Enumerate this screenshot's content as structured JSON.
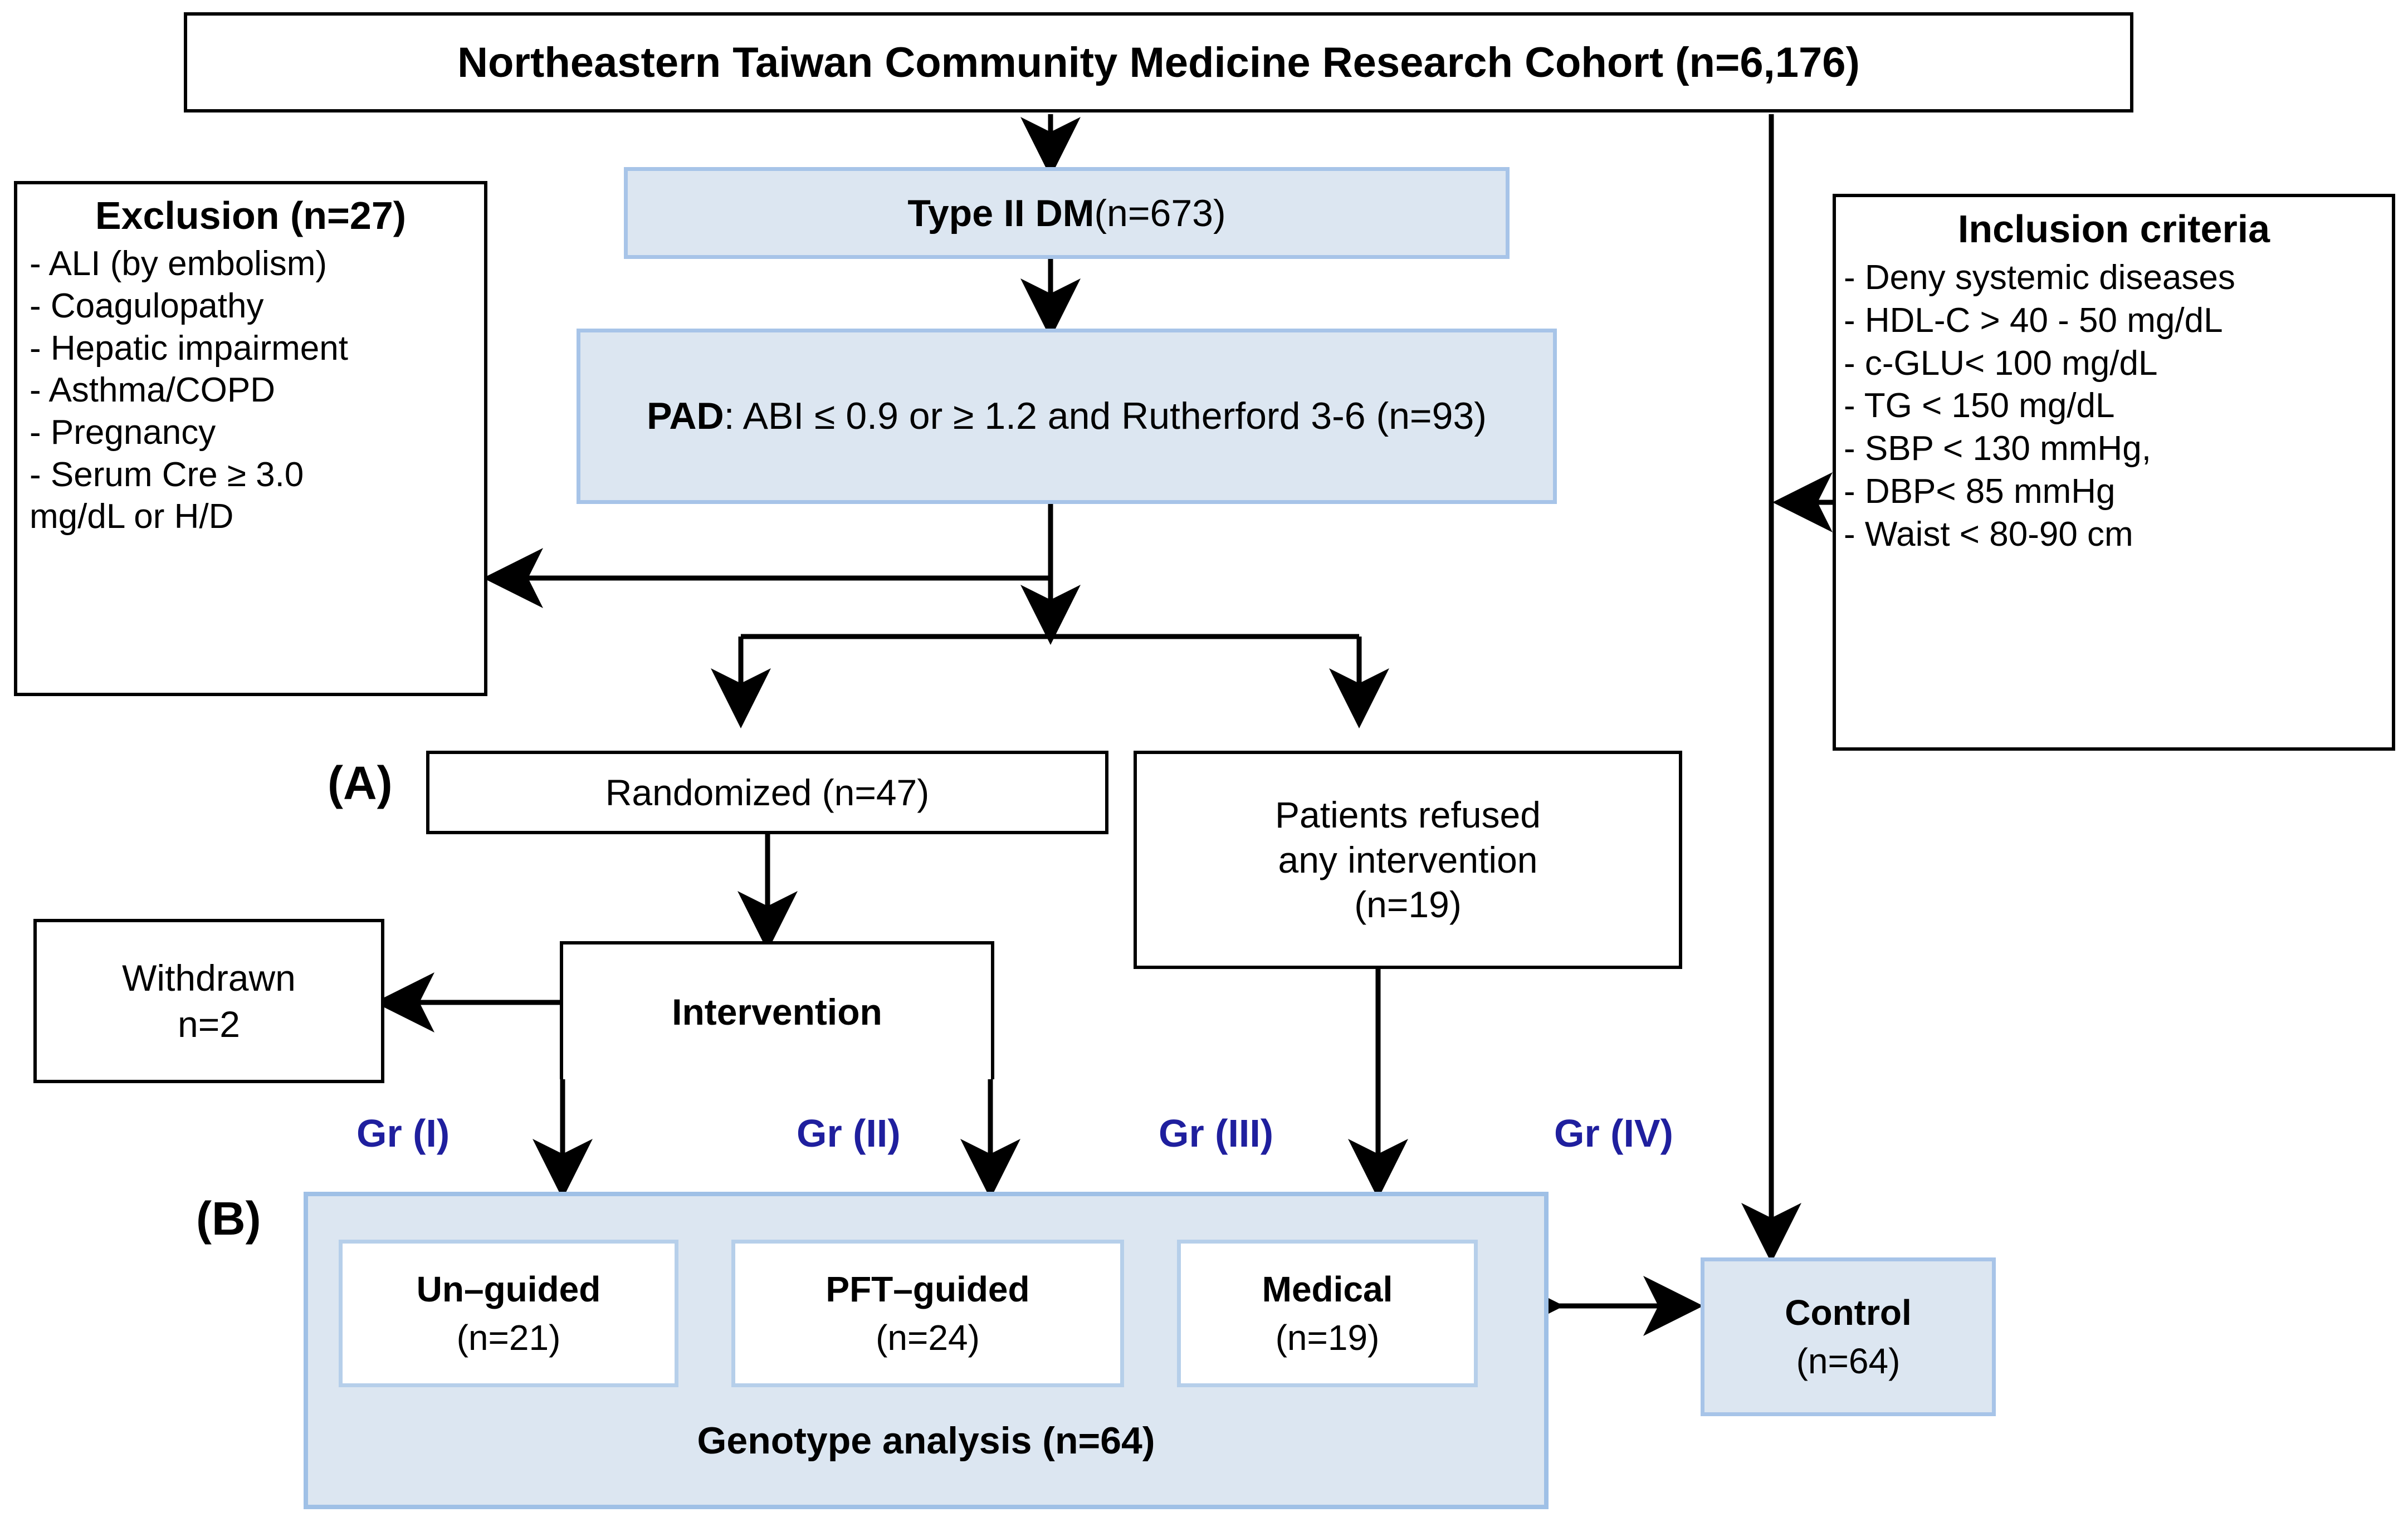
{
  "diagram": {
    "title_box": {
      "label": "Northeastern Taiwan Community Medicine Research Cohort (n=6,176)"
    },
    "type2dm_box": {
      "label": "Type II DM",
      "count": "(n=673)"
    },
    "pad_box": {
      "label_bold": "PAD",
      "label_rest": ": ABI ≤ 0.9 or ≥ 1.2 and Rutherford 3-6 (n=93)"
    },
    "exclusion": {
      "title": "Exclusion (n=27)",
      "items": [
        "- ALI (by embolism)",
        "- Coagulopathy",
        "- Hepatic impairment",
        "- Asthma/COPD",
        "- Pregnancy",
        "- Serum Cre ≥ 3.0",
        "mg/dL or H/D"
      ]
    },
    "inclusion": {
      "title": "Inclusion criteria",
      "items": [
        "- Deny systemic diseases",
        "- HDL-C > 40 - 50 mg/dL",
        "- c-GLU< 100 mg/dL",
        "- TG < 150 mg/dL",
        "- SBP < 130 mmHg,",
        "- DBP< 85 mmHg",
        "- Waist < 80-90 cm"
      ]
    },
    "panel_a_label": "(A)",
    "panel_b_label": "(B)",
    "randomized_box": {
      "label": "Randomized (n=47)"
    },
    "refused_box": {
      "line1": "Patients refused",
      "line2": "any intervention",
      "line3": "(n=19)"
    },
    "intervention_box": {
      "label": "Intervention"
    },
    "withdrawn_box": {
      "line1": "Withdrawn",
      "line2": "n=2"
    },
    "group_labels": {
      "gr1": "Gr (I)",
      "gr2": "Gr (II)",
      "gr3": "Gr (III)",
      "gr4": "Gr (IV)"
    },
    "arms": [
      {
        "name": "Un–guided",
        "count": "(n=21)"
      },
      {
        "name": "PFT–guided",
        "count": "(n=24)"
      },
      {
        "name": "Medical",
        "count": "(n=19)"
      }
    ],
    "control_box": {
      "name": "Control",
      "count": "(n=64)"
    },
    "genotype_label": "Genotype analysis (n=64)",
    "colors": {
      "blue_fill": "#dce6f1",
      "blue_border": "#9fc0e6",
      "group_label_color": "#1f1f9e",
      "line_color": "#000000"
    }
  }
}
